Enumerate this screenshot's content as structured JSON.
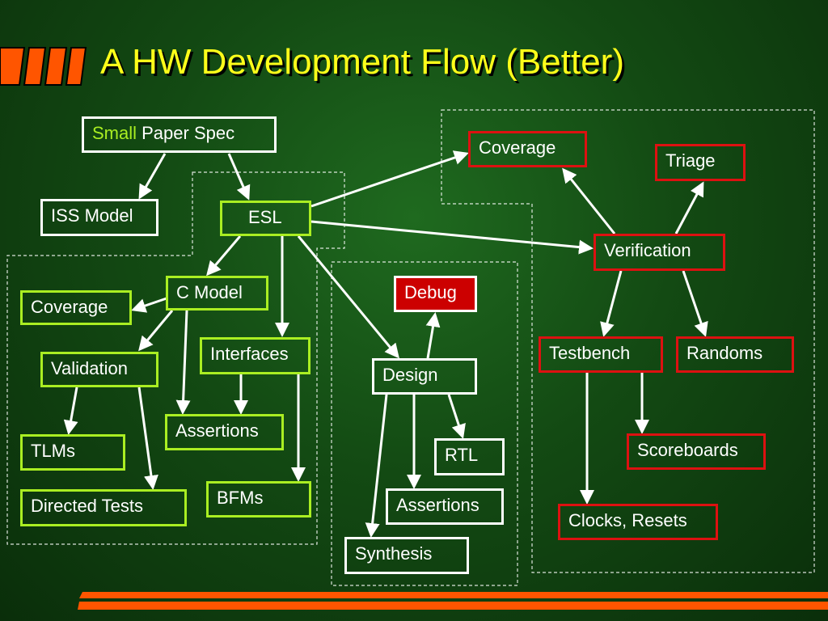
{
  "title": "A HW Development Flow (Better)",
  "colors": {
    "title": "#ffff1a",
    "accent_bars": "#ff5500",
    "box_white": "#ffffff",
    "box_green": "#aaee22",
    "box_red": "#dd1111",
    "debug_fill": "#cc0000",
    "background": "#134a13"
  },
  "nodes": {
    "spec": {
      "accent": "Small",
      "label": " Paper Spec"
    },
    "iss_model": {
      "label": "ISS Model"
    },
    "esl": {
      "label": "ESL"
    },
    "coverage_top": {
      "label": "Coverage"
    },
    "triage": {
      "label": "Triage"
    },
    "verification": {
      "label": "Verification"
    },
    "c_model": {
      "label": "C Model"
    },
    "coverage_left": {
      "label": "Coverage"
    },
    "validation": {
      "label": "Validation"
    },
    "interfaces": {
      "label": "Interfaces"
    },
    "assertions_left": {
      "label": "Assertions"
    },
    "tlms": {
      "label": "TLMs"
    },
    "directed_tests": {
      "label": "Directed Tests"
    },
    "bfms": {
      "label": "BFMs"
    },
    "debug": {
      "label": "Debug"
    },
    "design": {
      "label": "Design"
    },
    "rtl": {
      "label": "RTL"
    },
    "assertions_mid": {
      "label": "Assertions"
    },
    "synthesis": {
      "label": "Synthesis"
    },
    "testbench": {
      "label": "Testbench"
    },
    "randoms": {
      "label": "Randoms"
    },
    "scoreboards": {
      "label": "Scoreboards"
    },
    "clocks_resets": {
      "label": "Clocks, Resets"
    }
  },
  "edges": [
    [
      "spec",
      "iss_model"
    ],
    [
      "spec",
      "esl"
    ],
    [
      "esl",
      "coverage_top"
    ],
    [
      "esl",
      "verification"
    ],
    [
      "esl",
      "c_model"
    ],
    [
      "esl",
      "interfaces"
    ],
    [
      "esl",
      "design"
    ],
    [
      "verification",
      "coverage_top"
    ],
    [
      "verification",
      "triage"
    ],
    [
      "verification",
      "testbench"
    ],
    [
      "verification",
      "randoms"
    ],
    [
      "c_model",
      "coverage_left"
    ],
    [
      "c_model",
      "validation"
    ],
    [
      "c_model",
      "assertions_left"
    ],
    [
      "validation",
      "tlms"
    ],
    [
      "validation",
      "directed_tests"
    ],
    [
      "interfaces",
      "assertions_left"
    ],
    [
      "interfaces",
      "bfms"
    ],
    [
      "design",
      "debug"
    ],
    [
      "design",
      "rtl"
    ],
    [
      "design",
      "assertions_mid"
    ],
    [
      "design",
      "synthesis"
    ],
    [
      "testbench",
      "scoreboards"
    ],
    [
      "testbench",
      "clocks_resets"
    ]
  ]
}
